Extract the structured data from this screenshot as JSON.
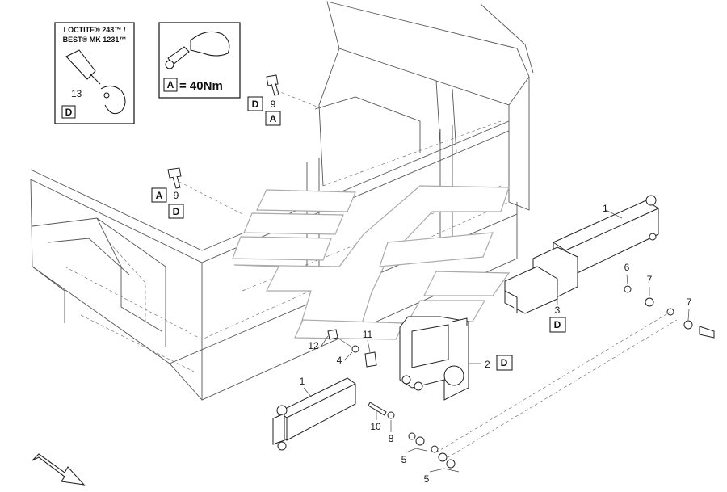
{
  "info_panels": {
    "adhesive": {
      "line1": "LOCTITE® 243™ /",
      "line2": "BEST® MK 1231™",
      "item": "13",
      "ref_letter": "D"
    },
    "torque": {
      "ref_letter": "A",
      "value": "= 40Nm"
    }
  },
  "part_labels": {
    "p1_right": "1",
    "p1_left": "1",
    "p2": "2",
    "p3": "3",
    "p4": "4",
    "p5_top": "5",
    "p5_bottom": "5",
    "p6": "6",
    "p7_a": "7",
    "p7_b": "7",
    "p8": "8",
    "p9_top": "9",
    "p9_left": "9",
    "p10": "10",
    "p11": "11",
    "p12": "12"
  },
  "ref_boxes": {
    "bolt_top_first": "D",
    "bolt_top_second": "A",
    "bolt_left_first": "A",
    "bolt_left_second": "D",
    "part2_ref": "D",
    "part3_ref": "D"
  },
  "colors": {
    "line": "#222222",
    "frame_line": "#555555",
    "watermark": "#aaaaaa",
    "background": "#ffffff"
  },
  "icons": [
    "wrench-icon",
    "adhesive-bottle-icon",
    "direction-arrow-icon"
  ]
}
